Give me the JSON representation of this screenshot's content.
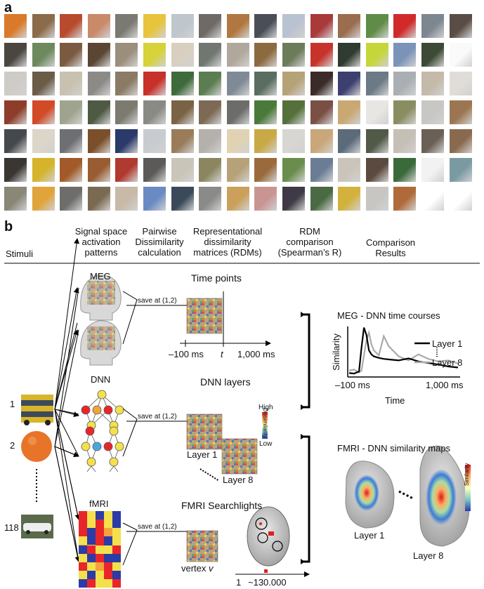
{
  "panels": {
    "a": "a",
    "b": "b"
  },
  "stimulus_grid": {
    "rows": 7,
    "cols": 17,
    "tiles": [
      [
        "#d97a2a",
        "#8b6b4a",
        "#b84b2e",
        "#c98a6a",
        "#7a7a72",
        "#e8c43c",
        "#bfc6cc",
        "#6f6a66",
        "#b07740",
        "#4a4f57",
        "#b9c2d0",
        "#a83a3a",
        "#9a6d4e",
        "#5f8d47",
        "#d12a2a",
        "#7d8790",
        "#5a4d45"
      ],
      [
        "#4b4640",
        "#6d8a5e",
        "#7a5a40",
        "#5a4632",
        "#9b8e7d",
        "#d7d23a",
        "#d8cfc0",
        "#6f7770",
        "#b0a89c",
        "#8b6a3f",
        "#6c7c5a",
        "#c7332b",
        "#2f3a30",
        "#c4d63a",
        "#7b93b8",
        "#3d4a35",
        "#fafafa"
      ],
      [
        "#cfcbc7",
        "#6b5c48",
        "#c9c1b0",
        "#8c8a86",
        "#8a7a66",
        "#c8302a",
        "#3f6b3c",
        "#5b7d52",
        "#7e8a96",
        "#5a6d60",
        "#b6a277",
        "#3a2a28",
        "#3d3f70",
        "#6c7a86",
        "#a9afb3",
        "#c5b9a9",
        "#e0ddd8"
      ],
      [
        "#8d3d2a",
        "#d34a27",
        "#9fa48e",
        "#4f5a44",
        "#7d7a70",
        "#8a8a85",
        "#7a6244",
        "#7d6a55",
        "#6c6d6a",
        "#4a7a3a",
        "#55703a",
        "#7a4f44",
        "#c9a874",
        "#e7e6e3",
        "#8a8d60",
        "#c9c7c4",
        "#9c7652"
      ],
      [
        "#45494e",
        "#dcd6c9",
        "#6d6f72",
        "#7a4f2a",
        "#2a3a6a",
        "#c8ccd0",
        "#9a7c5a",
        "#b4b0ab",
        "#e1d2b2",
        "#c9a846",
        "#d7d6d3",
        "#c9a778",
        "#5c6b7a",
        "#505a47",
        "#c5bfb6",
        "#6b6055",
        "#8a6a4e"
      ],
      [
        "#3a3632",
        "#d5b42c",
        "#a25a2a",
        "#9a5c32",
        "#b03a30",
        "#5c5a58",
        "#c9c5b8",
        "#8b8660",
        "#b6a179",
        "#9a6a3d",
        "#6a8d4e",
        "#6b7d95",
        "#cac4bb",
        "#5a4a40",
        "#3a6a3a",
        "#f2f2f2",
        "#7a9aa2"
      ],
      [
        "#8a8777",
        "#e0a43a",
        "#6d6e6b",
        "#7b6a52",
        "#c8b9a8",
        "#6a8ac4",
        "#3a4a5a",
        "#8a8a88",
        "#caa05a",
        "#c99592",
        "#3f3a45",
        "#4a6a44",
        "#d3b13d",
        "#c8c6c2",
        "#b06a3a",
        "#ffffff",
        "#ffffff"
      ]
    ]
  },
  "header": {
    "stimuli": "Stimuli",
    "signal_line1": "Signal space",
    "signal_line2": "activation",
    "signal_line3": "patterns",
    "pairwise_line1": "Pairwise",
    "pairwise_line2": "Dissimilarity",
    "pairwise_line3": "calculation",
    "rdm_line1": "Representational",
    "rdm_line2": "dissimilarity",
    "rdm_line3": "matrices (RDMs)",
    "comp_line1": "RDM",
    "comp_line2": "comparison",
    "comp_line3": "(Spearman’s R)",
    "results_line1": "Comparison",
    "results_line2": "Results"
  },
  "stimuli": {
    "n1": "1",
    "n2": "2",
    "n118": "118"
  },
  "meg": {
    "label": "MEG",
    "save": "save at (1,2)",
    "title": "Time points",
    "t_start": "–100 ms",
    "t_mid": "t",
    "t_end": "1,000 ms"
  },
  "dnn": {
    "label": "DNN",
    "save": "save at (1,2)",
    "title": "DNN layers",
    "layer1": "Layer 1",
    "layer8": "Layer 8",
    "cbar_high": "High",
    "cbar_low": "Low",
    "cbar_label": "Dissimilarity"
  },
  "fmri": {
    "label": "fMRI",
    "save": "save at (1,2)",
    "title": "FMRI Searchlights",
    "vertex": "vertex",
    "vertex_var": "v",
    "axis_start": "1",
    "axis_end": "~130.000"
  },
  "timecourse": {
    "title": "MEG - DNN time courses",
    "ylabel": "Similarity",
    "xlabel": "Time",
    "x_start": "–100 ms",
    "x_end": "1,000 ms",
    "legend_l1": "Layer 1",
    "legend_l8": "Layer 8",
    "color_l1": "#000000",
    "color_l8": "#aaaaaa"
  },
  "simmaps": {
    "title": "FMRI - DNN similarity maps",
    "layer1": "Layer 1",
    "layer8": "Layer 8",
    "cbar_label": "Similarity"
  },
  "chart_data": {
    "type": "line",
    "title": "MEG - DNN time courses",
    "xlabel": "Time",
    "ylabel": "Similarity",
    "xlim": [
      -100,
      1000
    ],
    "x": [
      -100,
      -50,
      0,
      25,
      50,
      75,
      100,
      125,
      150,
      200,
      250,
      300,
      400,
      500,
      600,
      700,
      800,
      900,
      1000
    ],
    "series": [
      {
        "name": "Layer 1",
        "values": [
          0.05,
          0.04,
          0.08,
          0.55,
          0.95,
          0.8,
          0.5,
          0.42,
          0.38,
          0.35,
          0.33,
          0.32,
          0.3,
          0.34,
          0.28,
          0.25,
          0.22,
          0.18,
          0.16
        ]
      },
      {
        "name": "Layer 8",
        "values": [
          0.1,
          0.12,
          0.06,
          0.1,
          0.4,
          0.7,
          0.85,
          0.62,
          0.5,
          0.4,
          0.78,
          0.58,
          0.38,
          0.3,
          0.42,
          0.33,
          0.28,
          0.3,
          0.24
        ]
      }
    ]
  }
}
